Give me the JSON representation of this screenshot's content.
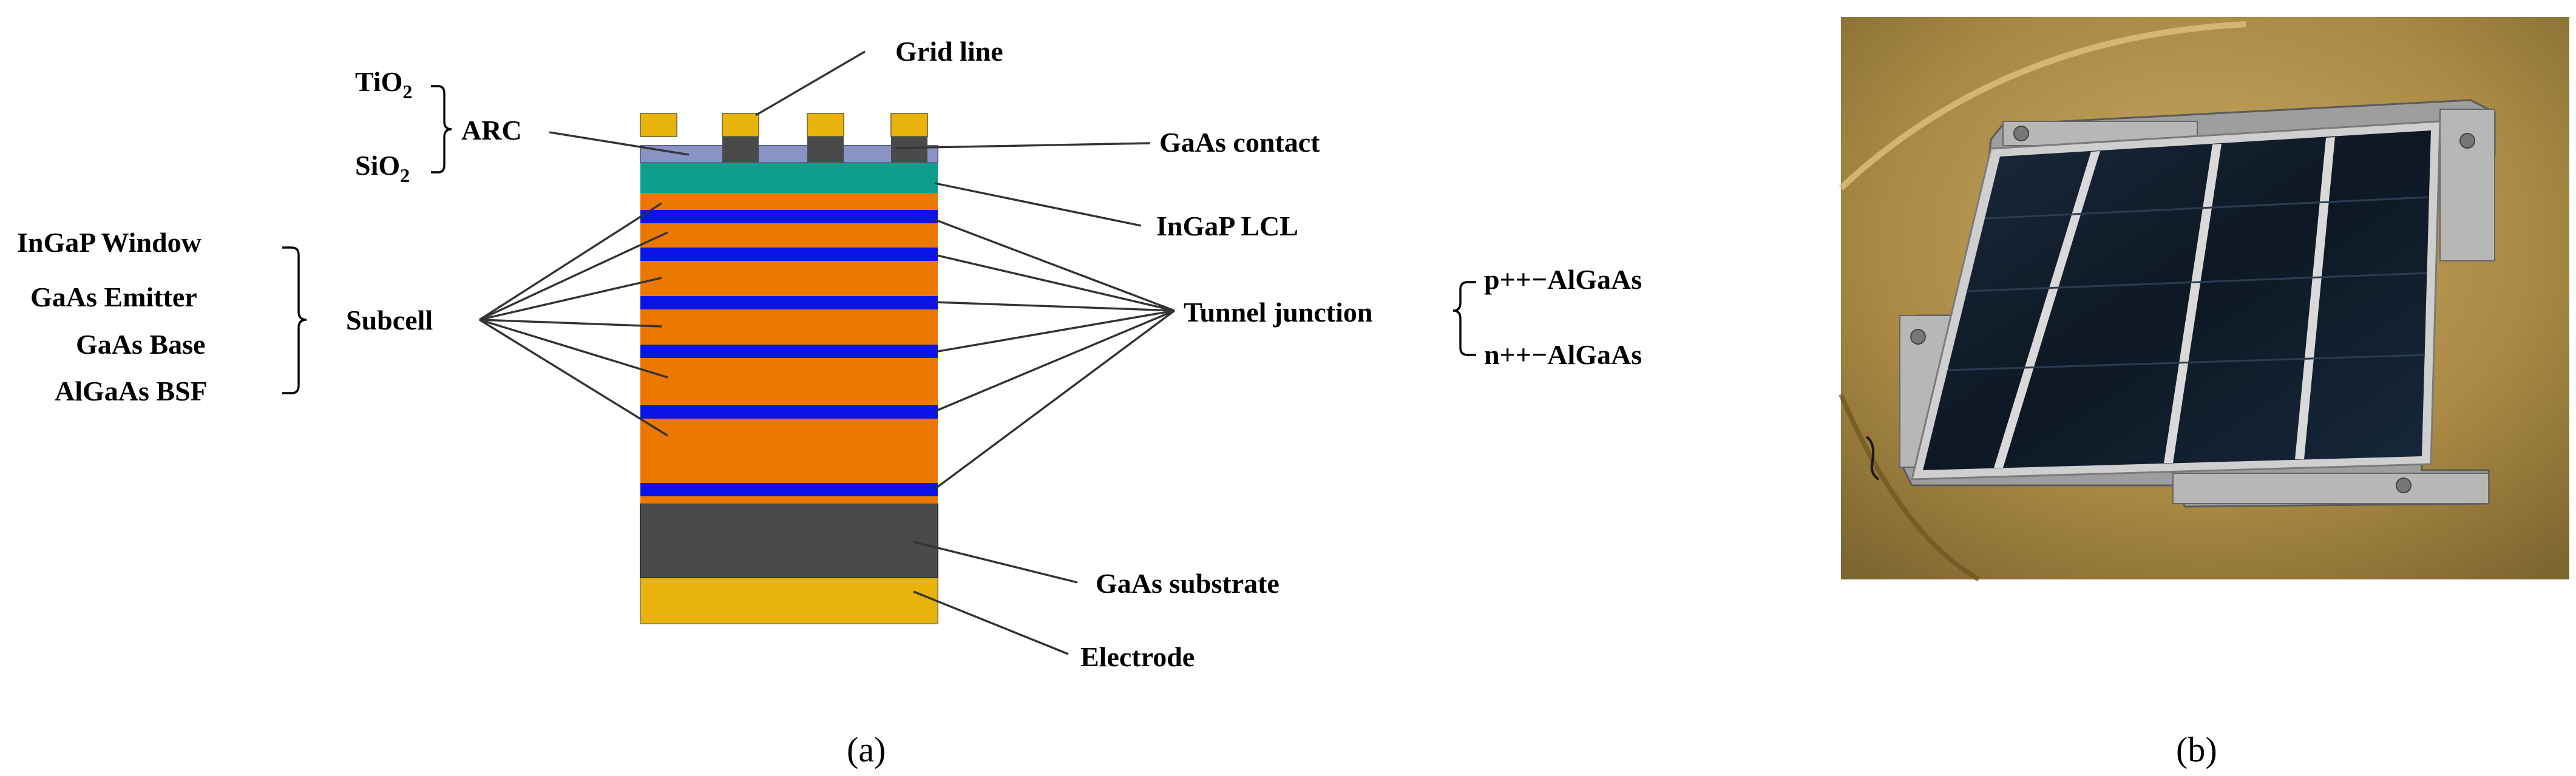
{
  "panel_a": {
    "caption": "(a)",
    "labels": {
      "grid_line": "Grid line",
      "tio2": "TiO",
      "tio2_sub": "2",
      "sio2": "SiO",
      "sio2_sub": "2",
      "arc": "ARC",
      "gaas_contact": "GaAs contact",
      "ingap_lcl": "InGaP LCL",
      "ingap_window": "InGaP Window",
      "gaas_emitter": "GaAs Emitter",
      "gaas_base": "GaAs Base",
      "algaas_bsf": "AlGaAs BSF",
      "subcell": "Subcell",
      "tunnel_junction": "Tunnel junction",
      "p_algaas": "p++−AlGaAs",
      "n_algaas": "n++−AlGaAs",
      "gaas_substrate": "GaAs substrate",
      "electrode": "Electrode"
    },
    "colors": {
      "gold": "#E8B40C",
      "orange": "#EC7800",
      "blue": "#0A14E6",
      "teal": "#0E9E8C",
      "gray": "#4A4A4A",
      "arc_layer": "#8A93C6"
    }
  },
  "panel_b": {
    "caption": "(b)",
    "description_icon": "solar-cell-photo"
  }
}
